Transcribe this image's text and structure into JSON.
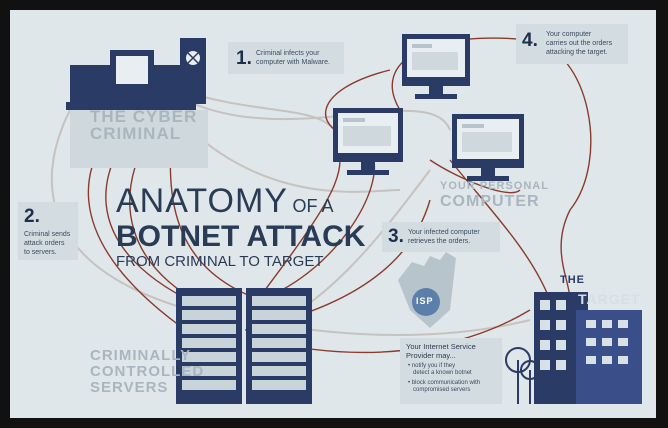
{
  "title": {
    "line1_big": "ANATOMY",
    "line1_small": "OF A",
    "line2": "BOTNET ATTACK",
    "line3": "FROM CRIMINAL TO TARGET"
  },
  "labels": {
    "cyber_criminal_1": "THE CYBER",
    "cyber_criminal_2": "CRIMINAL",
    "personal_1": "YOUR PERSONAL",
    "personal_2": "COMPUTER",
    "servers_1": "CRIMINALLY",
    "servers_2": "CONTROLLED",
    "servers_3": "SERVERS",
    "target_1": "THE",
    "target_2": "TARGET",
    "isp": "ISP"
  },
  "steps": [
    {
      "number": "1.",
      "text_1": "Criminal infects your",
      "text_2": "computer with Malware."
    },
    {
      "number": "2.",
      "text_1": "Criminal sends",
      "text_2": "attack orders",
      "text_3": "to servers."
    },
    {
      "number": "3.",
      "text_1": "Your infected computer",
      "text_2": "retrieves the orders."
    },
    {
      "number": "4.",
      "text_1": "Your computer",
      "text_2": "carries out the orders",
      "text_3": "attacking the target."
    }
  ],
  "isp_box": {
    "heading_1": "Your Internet Service",
    "heading_2": "Provider may...",
    "bullet1_1": "• notify you if they",
    "bullet1_2": "detect a known botnet",
    "bullet2_1": "• block communication with",
    "bullet2_2": "compromised servers"
  },
  "colors": {
    "navy": "#2a3b66",
    "wire": "#8a3b2e",
    "wire_light": "#c9c3bd",
    "screen": "#e8eef2",
    "background": "#dfe7ea"
  }
}
